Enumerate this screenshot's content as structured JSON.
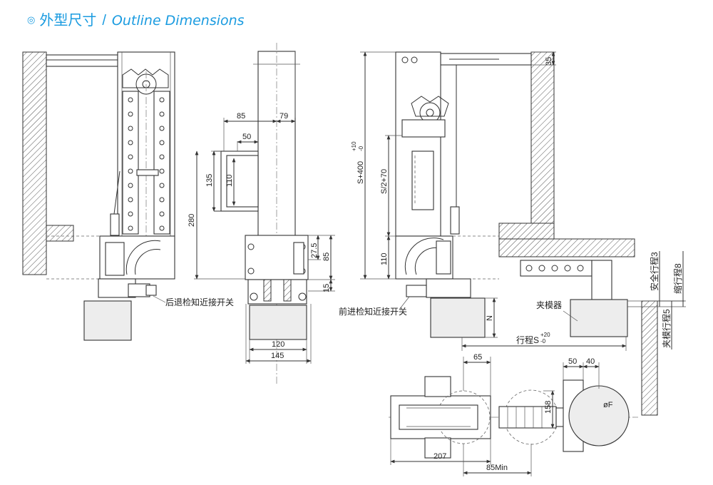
{
  "title": {
    "bullet": "◎",
    "zh": "外型尺寸",
    "separator": "/",
    "en": "Outline Dimensions"
  },
  "labels": {
    "retreat_switch": "后退检知近接开关",
    "advance_switch": "前进检知近接开关",
    "clamp": "夹模器",
    "stroke_s": "行程S",
    "safety_stroke": "安全行程3",
    "retreat_stroke": "缩行程8",
    "clamp_stroke": "夹模行程5"
  },
  "dims": {
    "d85": "85",
    "d79": "79",
    "d50": "50",
    "d135": "135",
    "d110": "110",
    "d280": "280",
    "d27_5": "27.5",
    "d85b": "85",
    "d15": "15",
    "d120": "120",
    "d145": "145",
    "d35": "35",
    "s400": "S+400",
    "s400_tol_up": "+10",
    "s400_tol_dn": "-0",
    "s2_70": "S/2+70",
    "d110b": "110",
    "dN": "N",
    "s_tol_up": "+20",
    "s_tol_dn": "-0",
    "d65": "65",
    "d158": "158",
    "d207": "207",
    "d85min": "85Min",
    "d50b": "50",
    "d40": "40",
    "phiF": "øF"
  },
  "colors": {
    "title": "#1a9be0",
    "line": "#333333"
  }
}
